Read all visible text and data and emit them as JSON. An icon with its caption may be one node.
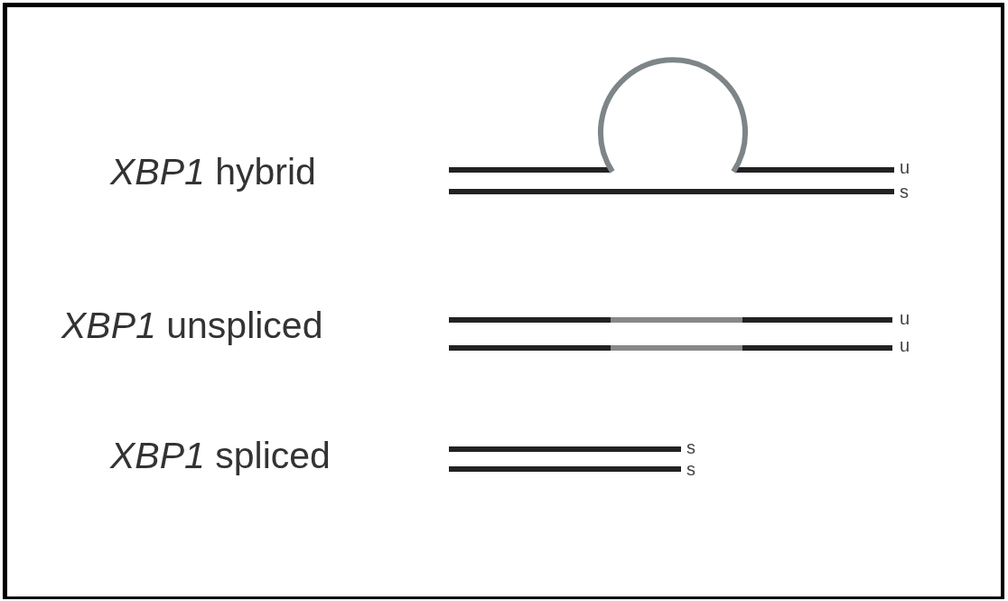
{
  "diagram": {
    "labels": [
      "*XBP1* hybrid",
      "u",
      "s",
      "*XBP1* unspliced",
      "u",
      "u",
      "*XBP1* spliced",
      "s",
      "s"
    ]
  }
}
